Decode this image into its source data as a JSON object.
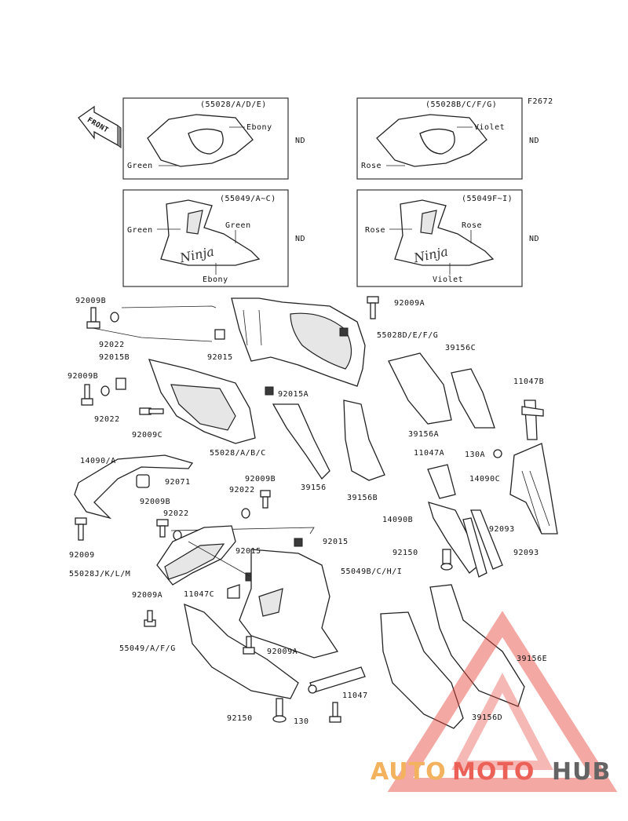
{
  "figure_code": "F2672",
  "front_label": "FRONT",
  "boxes": [
    {
      "code": "(55028/A/D/E)",
      "colors": [
        "Ebony",
        "Green"
      ],
      "note": "ND"
    },
    {
      "code": "(55028B/C/F/G)",
      "colors": [
        "Violet",
        "Rose"
      ],
      "note": "ND"
    },
    {
      "code": "(55049/A~C)",
      "colors": [
        "Green",
        "Green",
        "Ebony"
      ],
      "note": "ND"
    },
    {
      "code": "(55049F~I)",
      "colors": [
        "Rose",
        "Rose",
        "Violet"
      ],
      "note": "ND"
    }
  ],
  "parts": [
    "92009B",
    "92022",
    "92015B",
    "92009B",
    "92022",
    "92009C",
    "92015",
    "92009A",
    "55028D/E/F/G",
    "92015A",
    "39156C",
    "39156A",
    "11047B",
    "55028/A/B/C",
    "39156",
    "39156B",
    "11047A",
    "130A",
    "14090/A",
    "92071",
    "92009B",
    "92022",
    "14090C",
    "92009B",
    "92022",
    "92093",
    "14090B",
    "92009",
    "92015",
    "92150",
    "92093",
    "55028J/K/L/M",
    "92015",
    "55049B/C/H/I",
    "11047C",
    "92009A",
    "39156E",
    "55049/A/F/G",
    "92009A",
    "11047",
    "39156D",
    "92150",
    "130"
  ],
  "watermark": {
    "part1": "AUTO",
    "part2": "MOTO",
    "part3": "HUB",
    "colors": {
      "auto": "#f2a541",
      "moto": "#e8463c",
      "hub": "#4a4a4a"
    }
  }
}
